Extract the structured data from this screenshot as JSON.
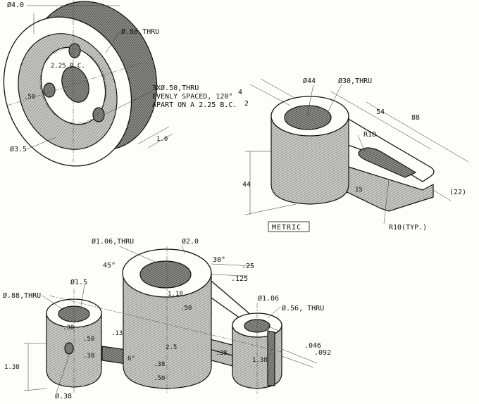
{
  "labels": {
    "wheel": {
      "d_outer": "Ø4.0",
      "thru_088": "Ø.88,THRU",
      "bc": "2.25 B.C.",
      "holes_1": "3XØ.50,THRU",
      "holes_2": "EVENLY SPACED, 120°",
      "holes_3": "APART ON A 2.25 B.C.",
      "r50": ".50",
      "d35": "Ø3.5",
      "w10": "1.0"
    },
    "metric": {
      "d44": "Ø44",
      "d30": "Ø30,THRU",
      "n4": "4",
      "n2": "2",
      "n54": "54",
      "n88": "88",
      "r10": "R10",
      "h44": "44",
      "n15": "15",
      "n22": "(22)",
      "tag": "METRIC",
      "r10typ": "R10(TYP.)"
    },
    "assembly": {
      "d106": "Ø1.06,THRU",
      "d20": "Ø2.0",
      "a45": "45°",
      "a30": "30°",
      "n25": ".25",
      "n125": ".125",
      "d088": "Ø.88,THRU",
      "d15": "Ø1.5",
      "n118": "1.18",
      "n50a": ".50",
      "n30": ".30",
      "n13": ".13",
      "n50b": ".50",
      "n38a": ".38",
      "a6": "6°",
      "n25b": "2.5",
      "n38b": ".38",
      "n38c": ".38",
      "n50c": ".50",
      "d106b": "Ø1.06",
      "d056": "Ø.56, THRU",
      "n046": ".046",
      "n092": ".092",
      "n138a": "1.38",
      "n138b": "1.38",
      "d038": "Ø.38"
    }
  }
}
